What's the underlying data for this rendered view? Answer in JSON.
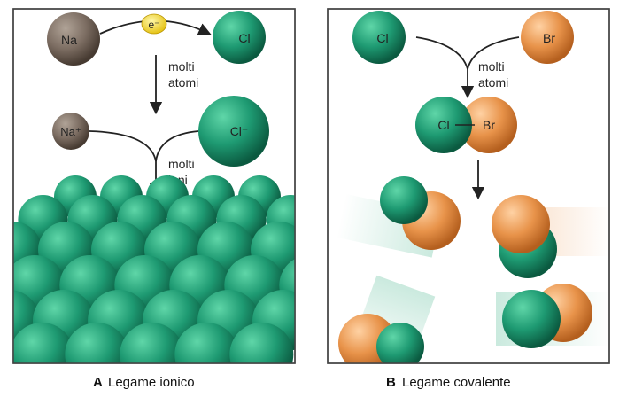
{
  "panel_a": {
    "atoms": {
      "na": "Na",
      "cl": "Cl",
      "electron": "e⁻",
      "na_ion": "Na⁺",
      "cl_ion": "Cl⁻"
    },
    "step1_line1": "molti",
    "step1_line2": "atomi",
    "step2_line1": "molti",
    "step2_line2": "ioni",
    "caption_letter": "A",
    "caption_text": "Legame ionico"
  },
  "panel_b": {
    "atoms": {
      "cl": "Cl",
      "br": "Br",
      "bond_cl": "Cl",
      "bond_br": "Br"
    },
    "step1_line1": "molti",
    "step1_line2": "atomi",
    "caption_letter": "B",
    "caption_text": "Legame covalente"
  },
  "colors": {
    "chlorine": "#1e9a72",
    "sodium": "#7d6e63",
    "bromine": "#e8934a",
    "electron": "#f2d21b"
  }
}
